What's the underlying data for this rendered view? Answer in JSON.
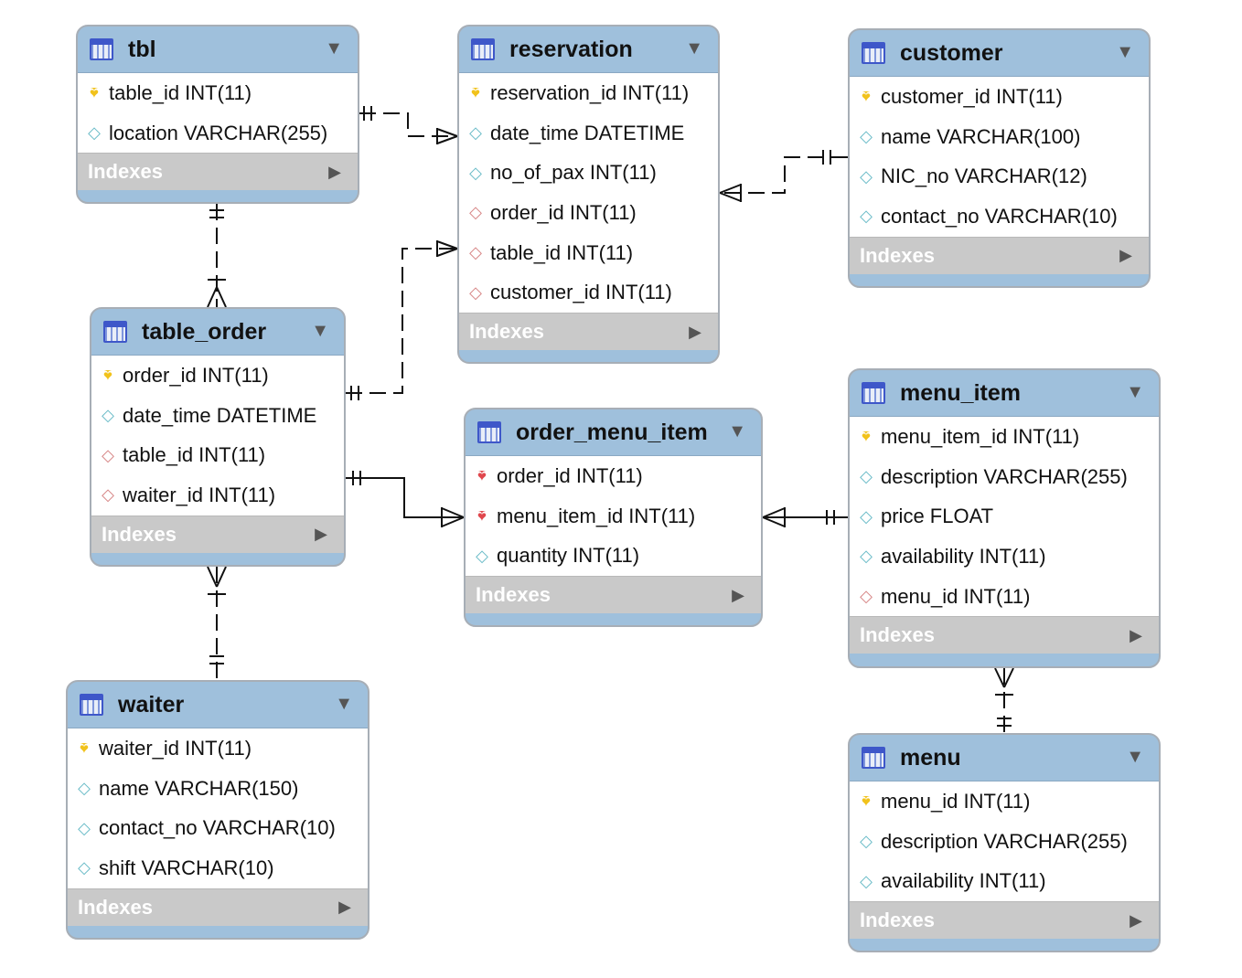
{
  "indexes_label": "Indexes",
  "collapse_glyph": "▼",
  "expand_glyph": "▶",
  "tables": [
    {
      "id": "tbl",
      "name": "tbl",
      "columns": [
        {
          "text": "table_id INT(11)",
          "kind": "pk"
        },
        {
          "text": "location VARCHAR(255)",
          "kind": "col"
        }
      ]
    },
    {
      "id": "reservation",
      "name": "reservation",
      "columns": [
        {
          "text": "reservation_id INT(11)",
          "kind": "pk"
        },
        {
          "text": "date_time DATETIME",
          "kind": "col"
        },
        {
          "text": "no_of_pax INT(11)",
          "kind": "col"
        },
        {
          "text": "order_id INT(11)",
          "kind": "fk-col"
        },
        {
          "text": "table_id INT(11)",
          "kind": "fk-col"
        },
        {
          "text": "customer_id INT(11)",
          "kind": "fk-col"
        }
      ]
    },
    {
      "id": "customer",
      "name": "customer",
      "columns": [
        {
          "text": "customer_id INT(11)",
          "kind": "pk"
        },
        {
          "text": "name VARCHAR(100)",
          "kind": "col"
        },
        {
          "text": "NIC_no VARCHAR(12)",
          "kind": "col"
        },
        {
          "text": "contact_no VARCHAR(10)",
          "kind": "col"
        }
      ]
    },
    {
      "id": "table_order",
      "name": "table_order",
      "columns": [
        {
          "text": "order_id INT(11)",
          "kind": "pk"
        },
        {
          "text": "date_time DATETIME",
          "kind": "col"
        },
        {
          "text": "table_id INT(11)",
          "kind": "fk-col"
        },
        {
          "text": "waiter_id INT(11)",
          "kind": "fk-col"
        }
      ]
    },
    {
      "id": "order_menu_item",
      "name": "order_menu_item",
      "columns": [
        {
          "text": "order_id INT(11)",
          "kind": "pk-fk"
        },
        {
          "text": "menu_item_id INT(11)",
          "kind": "pk-fk"
        },
        {
          "text": "quantity INT(11)",
          "kind": "col"
        }
      ]
    },
    {
      "id": "menu_item",
      "name": "menu_item",
      "columns": [
        {
          "text": "menu_item_id INT(11)",
          "kind": "pk"
        },
        {
          "text": "description VARCHAR(255)",
          "kind": "col"
        },
        {
          "text": "price FLOAT",
          "kind": "col"
        },
        {
          "text": "availability INT(11)",
          "kind": "col"
        },
        {
          "text": "menu_id INT(11)",
          "kind": "fk-col"
        }
      ]
    },
    {
      "id": "waiter",
      "name": "waiter",
      "columns": [
        {
          "text": "waiter_id INT(11)",
          "kind": "pk"
        },
        {
          "text": "name VARCHAR(150)",
          "kind": "col"
        },
        {
          "text": "contact_no VARCHAR(10)",
          "kind": "col"
        },
        {
          "text": "shift VARCHAR(10)",
          "kind": "col"
        }
      ]
    },
    {
      "id": "menu",
      "name": "menu",
      "columns": [
        {
          "text": "menu_id INT(11)",
          "kind": "pk"
        },
        {
          "text": "description VARCHAR(255)",
          "kind": "col"
        },
        {
          "text": "availability INT(11)",
          "kind": "col"
        }
      ]
    }
  ],
  "relationships": [
    {
      "from": "tbl",
      "to": "reservation",
      "from_card": "one",
      "to_card": "many",
      "identifying": false
    },
    {
      "from": "customer",
      "to": "reservation",
      "from_card": "one",
      "to_card": "many",
      "identifying": false
    },
    {
      "from": "table_order",
      "to": "reservation",
      "from_card": "one",
      "to_card": "many",
      "identifying": false
    },
    {
      "from": "tbl",
      "to": "table_order",
      "from_card": "one",
      "to_card": "many",
      "identifying": false
    },
    {
      "from": "waiter",
      "to": "table_order",
      "from_card": "one",
      "to_card": "many",
      "identifying": false
    },
    {
      "from": "table_order",
      "to": "order_menu_item",
      "from_card": "one",
      "to_card": "many",
      "identifying": true
    },
    {
      "from": "menu_item",
      "to": "order_menu_item",
      "from_card": "one",
      "to_card": "many",
      "identifying": true
    },
    {
      "from": "menu",
      "to": "menu_item",
      "from_card": "one",
      "to_card": "many",
      "identifying": false
    }
  ]
}
